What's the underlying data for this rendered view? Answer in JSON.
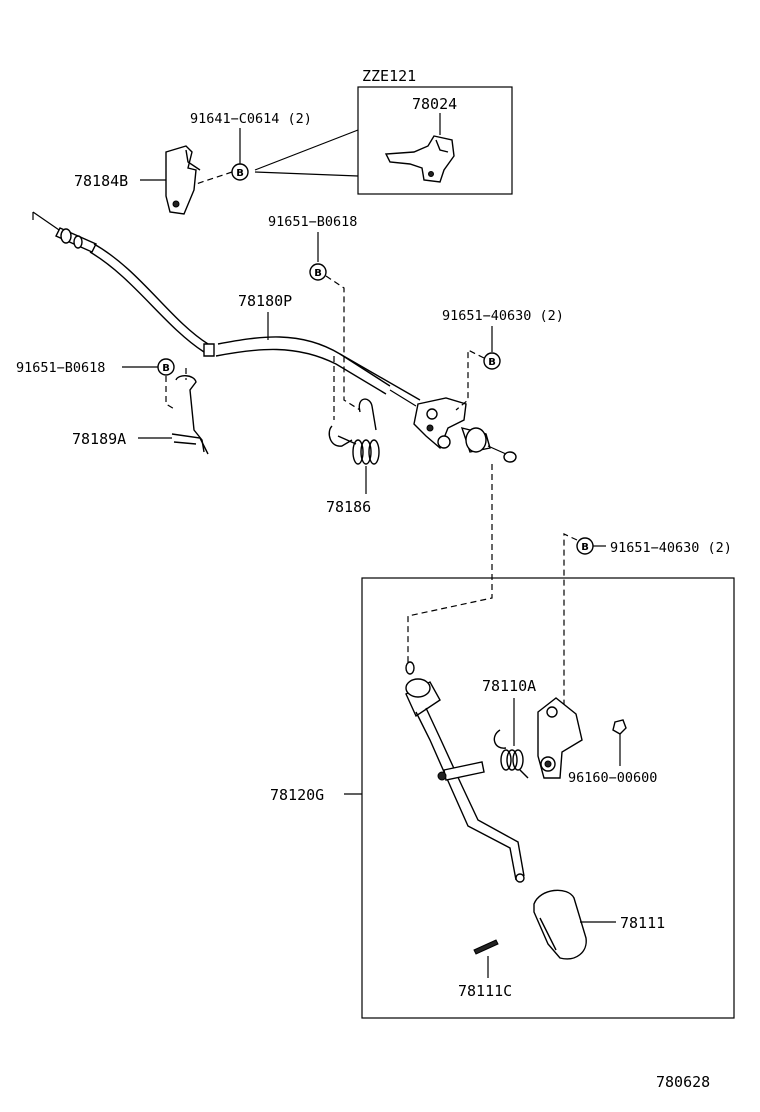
{
  "diagram": {
    "variant_label": "ZZE121",
    "figure_number": "780628",
    "bolt_letter": "B",
    "parts": {
      "p78024": "78024",
      "p91641": "91641−C0614 (2)",
      "p78184B": "78184B",
      "p91651_top": "91651−B0618",
      "p78180P": "78180P",
      "p91651_40630_a": "91651−40630 (2)",
      "p91651_left": "91651−B0618",
      "p78189A": "78189A",
      "p78186": "78186",
      "p91651_40630_b": "91651−40630 (2)",
      "p78110A": "78110A",
      "p96160": "96160−00600",
      "p78120G": "78120G",
      "p78111": "78111",
      "p78111C": "78111C"
    }
  }
}
